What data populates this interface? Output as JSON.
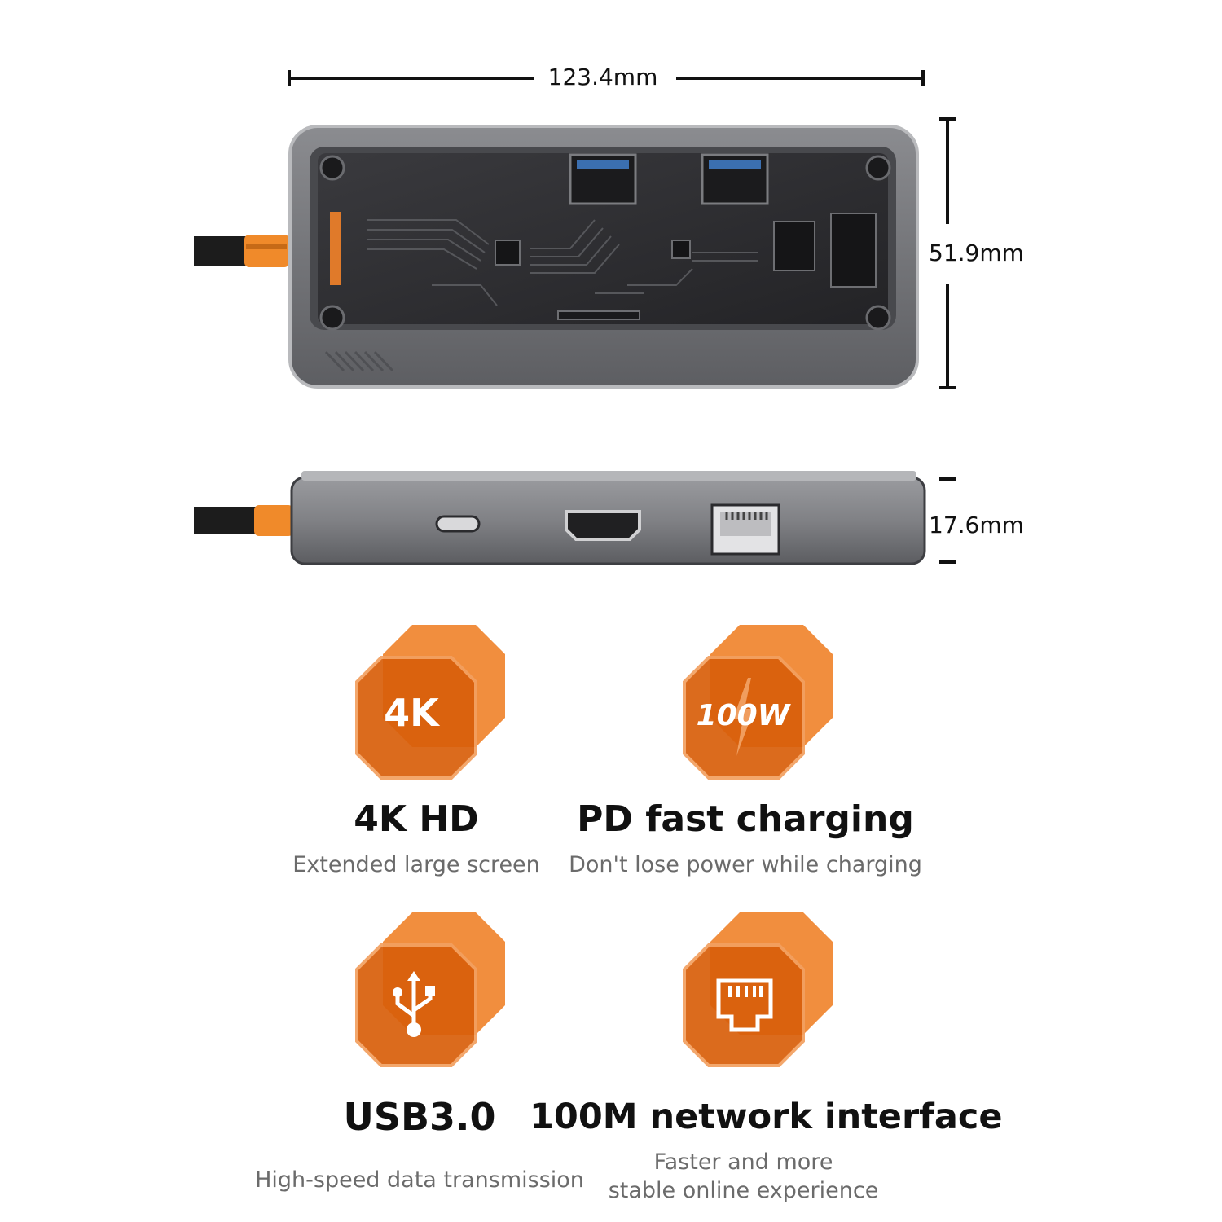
{
  "dimensions": {
    "width": "123.4mm",
    "height": "51.9mm",
    "thickness": "17.6mm"
  },
  "colors": {
    "accent_orange": "#ee7a1c",
    "accent_orange_dark": "#d95f0a",
    "housing_gray": "#6a6b6f",
    "pcb_dark": "#2b2b2e",
    "cable": "#1c1c1c",
    "cable_collar": "#f08a2a"
  },
  "features": [
    {
      "badge_text": "4K",
      "icon": "4k-badge-icon",
      "title": "4K HD",
      "subtitle": "Extended large screen"
    },
    {
      "badge_text": "100W",
      "icon": "lightning-badge-icon",
      "title": "PD fast charging",
      "subtitle": "Don't lose power while charging"
    },
    {
      "badge_text": "",
      "icon": "usb-icon",
      "title": "USB3.0",
      "subtitle": "High-speed data transmission"
    },
    {
      "badge_text": "",
      "icon": "ethernet-port-icon",
      "title": "100M network interface",
      "subtitle_line1": "Faster and more",
      "subtitle_line2": "stable online experience"
    }
  ]
}
